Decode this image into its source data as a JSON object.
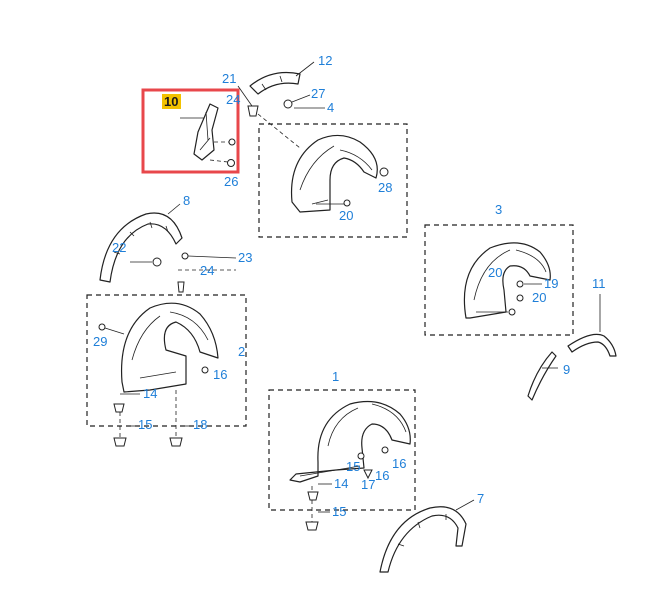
{
  "diagram": {
    "highlighted_label": "10",
    "highlight_color": "#f2c200",
    "selection_color": "#e8474b",
    "callout_color": "#1f7fd8",
    "callouts": {
      "c1": "1",
      "c2": "2",
      "c3": "3",
      "c4": "4",
      "c7": "7",
      "c8": "8",
      "c9": "9",
      "c11": "11",
      "c12": "12",
      "c14a": "14",
      "c14b": "14",
      "c15a": "15",
      "c15b": "15",
      "c15c": "15",
      "c16a": "16",
      "c16b": "16",
      "c16c": "16",
      "c17": "17",
      "c18": "18",
      "c19": "19",
      "c20a": "20",
      "c20b": "20",
      "c20c": "20",
      "c21": "21",
      "c22": "22",
      "c23": "23",
      "c24a": "24",
      "c24b": "24",
      "c26": "26",
      "c27": "27",
      "c28": "28",
      "c29": "29"
    }
  }
}
